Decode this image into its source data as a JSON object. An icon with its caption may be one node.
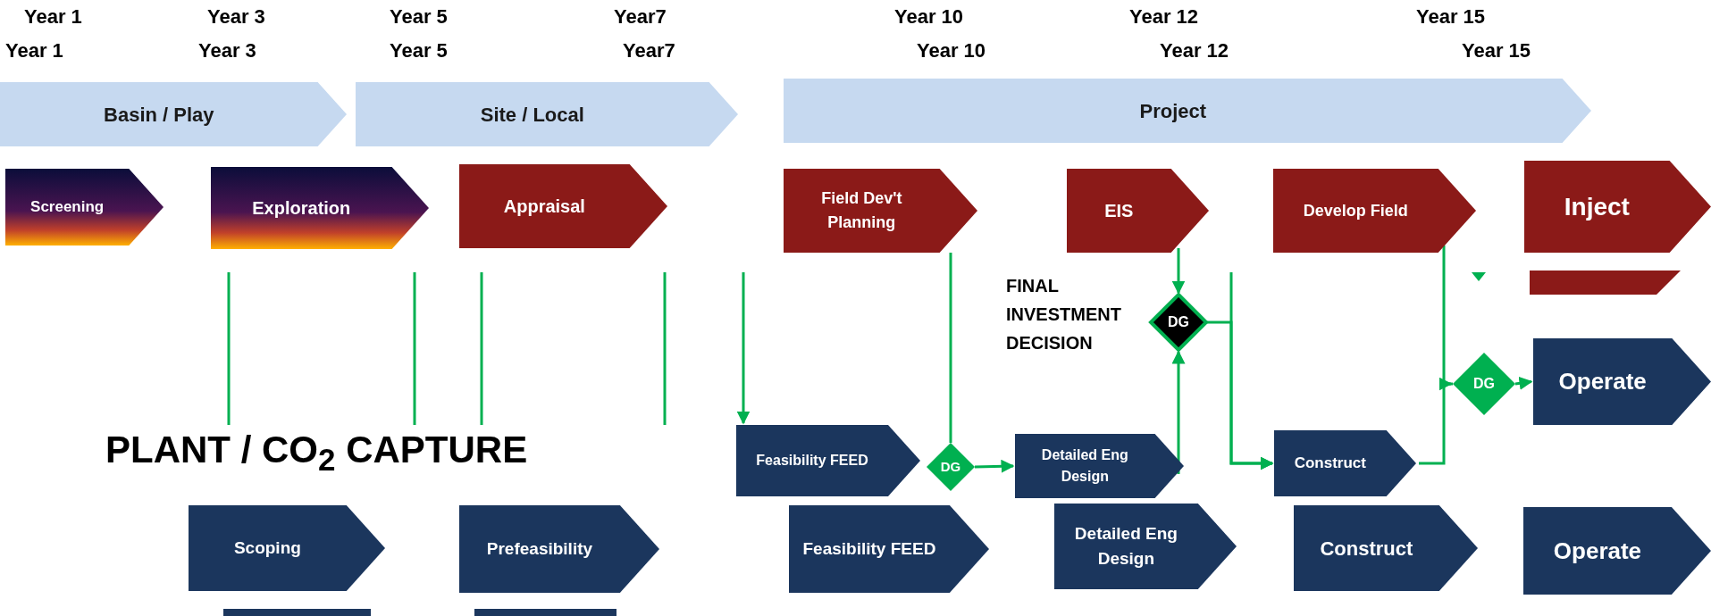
{
  "diagram": {
    "nodes": [
      {
        "text": [
          "Basin / Play"
        ]
      },
      {
        "text": [
          "Site / Local"
        ]
      },
      {
        "text": [
          "Project"
        ]
      },
      {
        "text": [
          "Screening"
        ]
      },
      {
        "text": [
          "Exploration"
        ]
      },
      {
        "text": [
          "Appraisal"
        ]
      },
      {
        "text": [
          "Field Dev't Planning"
        ]
      },
      {
        "text": [
          "EIS"
        ]
      },
      {
        "text": [
          "Develop Field"
        ]
      },
      {
        "text": [
          "Inject"
        ]
      },
      {
        "text": [],
        "shape": "bar"
      },
      {
        "text": [
          "DG"
        ],
        "beside": [
          "FINAL INVESTMENT DECISION"
        ]
      },
      {
        "text": [
          "Operate"
        ]
      },
      {
        "text": [
          "DG"
        ]
      },
      {
        "text": [
          "Feasibility FEED"
        ]
      },
      {
        "text": [
          "DG"
        ]
      },
      {
        "text": [
          "Detailed Eng Design"
        ]
      },
      {
        "text": [
          "Construct"
        ]
      },
      {
        "text": [
          "Scoping"
        ]
      },
      {
        "text": [
          "Prefeasibility"
        ]
      },
      {
        "text": [
          "Feasibility FEED"
        ]
      },
      {
        "text": [
          "Detailed Eng Design"
        ]
      },
      {
        "text": [
          "Construct"
        ]
      },
      {
        "text": [
          "Operate"
        ]
      },
      {
        "text": [],
        "shape": "bar"
      },
      {
        "text": [],
        "shape": "bar"
      }
    ],
    "edges": [
      {
        "from": null,
        "to": 14,
        "arrow": "to"
      },
      {
        "from": 6,
        "to": 15,
        "arrow": "none"
      },
      {
        "from": 15,
        "to": 16,
        "arrow": "to"
      },
      {
        "from": 16,
        "to": 11,
        "arrow": "to"
      },
      {
        "from": 7,
        "to": 11,
        "arrow": "to"
      },
      {
        "from": 11,
        "to": 17,
        "arrow": "to"
      },
      {
        "from": null,
        "to": 17,
        "arrow": "to"
      },
      {
        "from": 17,
        "to": 13,
        "arrow": "to"
      },
      {
        "from": 8,
        "to": 13,
        "arrow": "none"
      },
      {
        "from": 13,
        "to": 12,
        "arrow": "to"
      }
    ],
    "labels": [
      "Year 1",
      "Year 3",
      "Year 5",
      "Year7",
      "Year 10",
      "Year 12",
      "Year 15",
      "Year 1",
      "Year 3",
      "Year 5",
      "Year7",
      "Year 10",
      "Year 12",
      "Year 15",
      "PLANT / CO$_{2}$ CAPTURE"
    ]
  }
}
